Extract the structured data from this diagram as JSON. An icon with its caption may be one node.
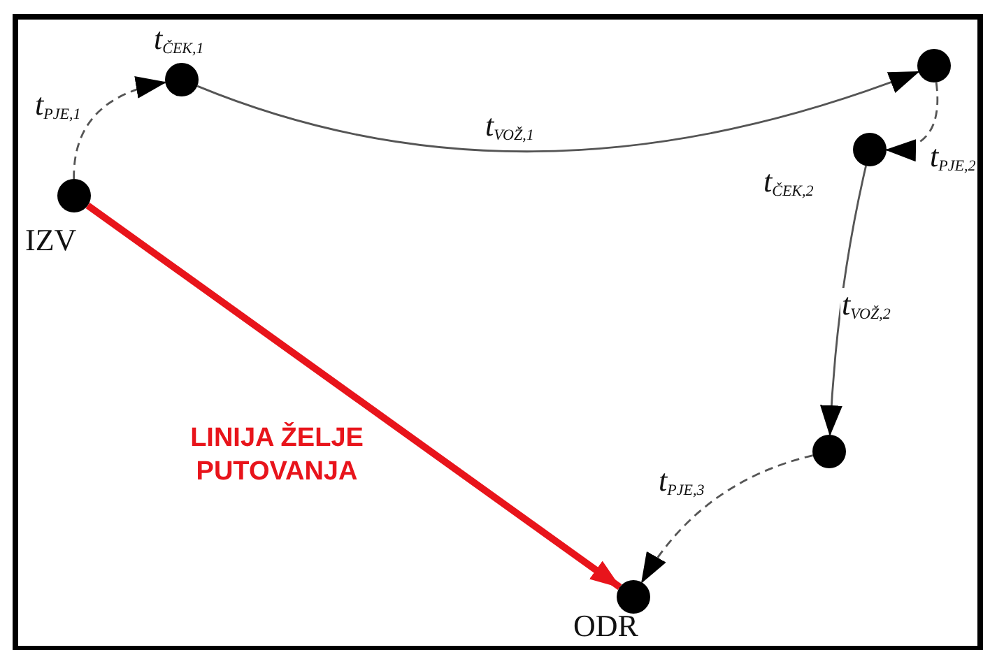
{
  "diagram": {
    "nodes": [
      {
        "text": [],
        "shape": "circle",
        "beside": [
          "IZV"
        ]
      },
      {
        "text": [],
        "shape": "circle",
        "beside": [
          "t$_{ČEK,1}$"
        ]
      },
      {
        "text": [],
        "shape": "circle"
      },
      {
        "text": [],
        "shape": "circle",
        "beside": [
          "t$_{ČEK,2}$"
        ]
      },
      {
        "text": [],
        "shape": "circle"
      },
      {
        "text": [],
        "shape": "circle",
        "beside": [
          "ODR"
        ]
      }
    ],
    "edges": [
      {
        "from": 0,
        "to": 1,
        "arrow": "to",
        "style": "dashed",
        "label": "t$_{PJE,1}$"
      },
      {
        "from": 1,
        "to": 2,
        "arrow": "to",
        "label": "t$_{VOŽ,1}$"
      },
      {
        "from": 2,
        "to": 3,
        "arrow": "to",
        "style": "dashed",
        "label": "t$_{PJE,2}$"
      },
      {
        "from": 3,
        "to": 4,
        "arrow": "to",
        "label": "t$_{VOŽ,2}$"
      },
      {
        "from": 4,
        "to": 5,
        "arrow": "to",
        "style": "dashed",
        "label": "t$_{PJE,3}$"
      },
      {
        "from": 0,
        "to": 5,
        "arrow": "to",
        "style": "thick",
        "color": "#e8141b",
        "label": "LINIJA ŽELJE PUTOVANJA"
      }
    ]
  }
}
